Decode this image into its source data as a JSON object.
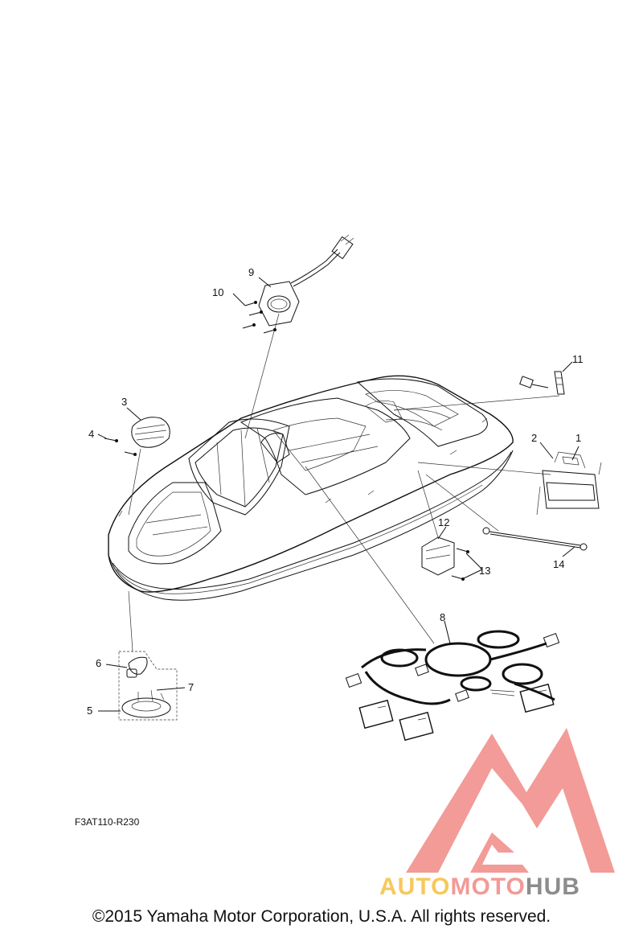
{
  "diagram": {
    "callouts": [
      {
        "id": "1",
        "label": "1"
      },
      {
        "id": "2",
        "label": "2"
      },
      {
        "id": "3",
        "label": "3"
      },
      {
        "id": "4",
        "label": "4"
      },
      {
        "id": "5",
        "label": "5"
      },
      {
        "id": "6",
        "label": "6"
      },
      {
        "id": "7",
        "label": "7"
      },
      {
        "id": "8",
        "label": "8"
      },
      {
        "id": "9",
        "label": "9"
      },
      {
        "id": "10",
        "label": "10"
      },
      {
        "id": "11",
        "label": "11"
      },
      {
        "id": "12",
        "label": "12"
      },
      {
        "id": "13",
        "label": "13"
      },
      {
        "id": "14",
        "label": "14"
      }
    ],
    "diagram_code": "F3AT110-R230"
  },
  "watermark": {
    "part1": "AUTO",
    "part2": "MOTO",
    "part3": "HUB",
    "colors": {
      "auto": "#f7c85a",
      "moto": "#f29a96",
      "hub": "#8c8c8c",
      "logo": "#f08a86"
    }
  },
  "footer": {
    "copyright": "©2015 Yamaha Motor Corporation, U.S.A. All rights reserved."
  }
}
